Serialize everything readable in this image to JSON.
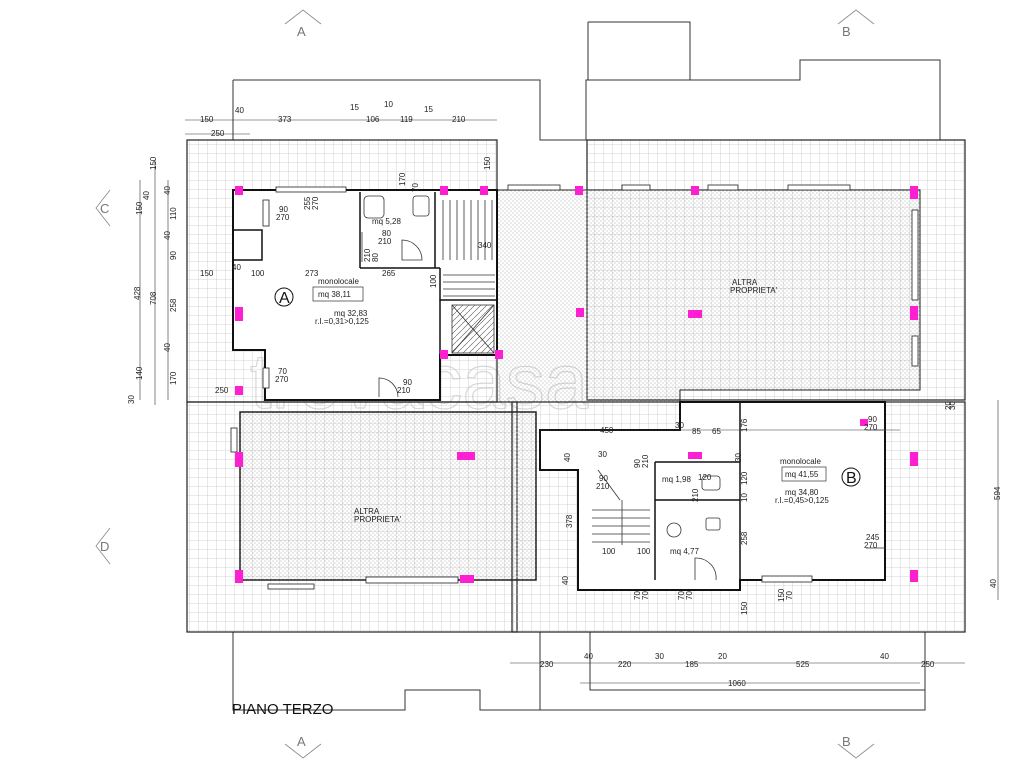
{
  "drawing": {
    "title": "PIANO TERZO",
    "watermark": "trovacasa",
    "colors": {
      "line": "#1a1a1a",
      "tile": "#c8c8c8",
      "column": "#ff1fd2",
      "stipple": "#9a9a9a"
    }
  },
  "section_markers": {
    "top_a": "A",
    "top_b": "B",
    "bottom_a": "A",
    "bottom_b": "B",
    "left_c": "C",
    "left_d": "D"
  },
  "unit_a": {
    "letter": "A",
    "type": "monolocale",
    "area": "mq  38,11",
    "area2": "mq  32,83",
    "ratio": "r.I.=0,31>0,125",
    "bath_area": "mq    5,28"
  },
  "unit_b": {
    "letter": "B",
    "type": "monolocale",
    "area": "mq  41,55",
    "area2": "mq  34,80",
    "ratio": "r.I.=0,45>0,125",
    "bath1_area": "mq  1,98",
    "bath2_area": "mq  4,77"
  },
  "other_property": {
    "label1": "ALTRA",
    "label2": "PROPRIETA'"
  },
  "dims": {
    "top": [
      "150",
      "40",
      "373",
      "15",
      "10",
      "106",
      "119",
      "15",
      "210",
      "250"
    ],
    "left": [
      "150",
      "40",
      "150",
      "40",
      "110",
      "40",
      "90",
      "428",
      "708",
      "258",
      "40",
      "140",
      "170",
      "30"
    ],
    "unit_a_row": [
      "150",
      "40",
      "100",
      "273",
      "265",
      "100"
    ],
    "misc_a": [
      "90",
      "270",
      "255",
      "270",
      "170",
      "70",
      "150",
      "340",
      "80",
      "210",
      "210",
      "80",
      "70",
      "270",
      "250",
      "90",
      "210"
    ],
    "unit_b_top": [
      "450",
      "30",
      "85",
      "65",
      "176",
      "90",
      "270"
    ],
    "unit_b_misc": [
      "40",
      "30",
      "90",
      "210",
      "90",
      "210",
      "120",
      "210",
      "30",
      "120",
      "10",
      "378",
      "100",
      "100",
      "258",
      "40",
      "245",
      "270",
      "70",
      "70",
      "70",
      "70",
      "150",
      "70",
      "150"
    ],
    "right": [
      "30",
      "20",
      "594",
      "40"
    ],
    "bottom": [
      "230",
      "40",
      "220",
      "30",
      "185",
      "20",
      "525",
      "40",
      "250",
      "1060"
    ]
  }
}
